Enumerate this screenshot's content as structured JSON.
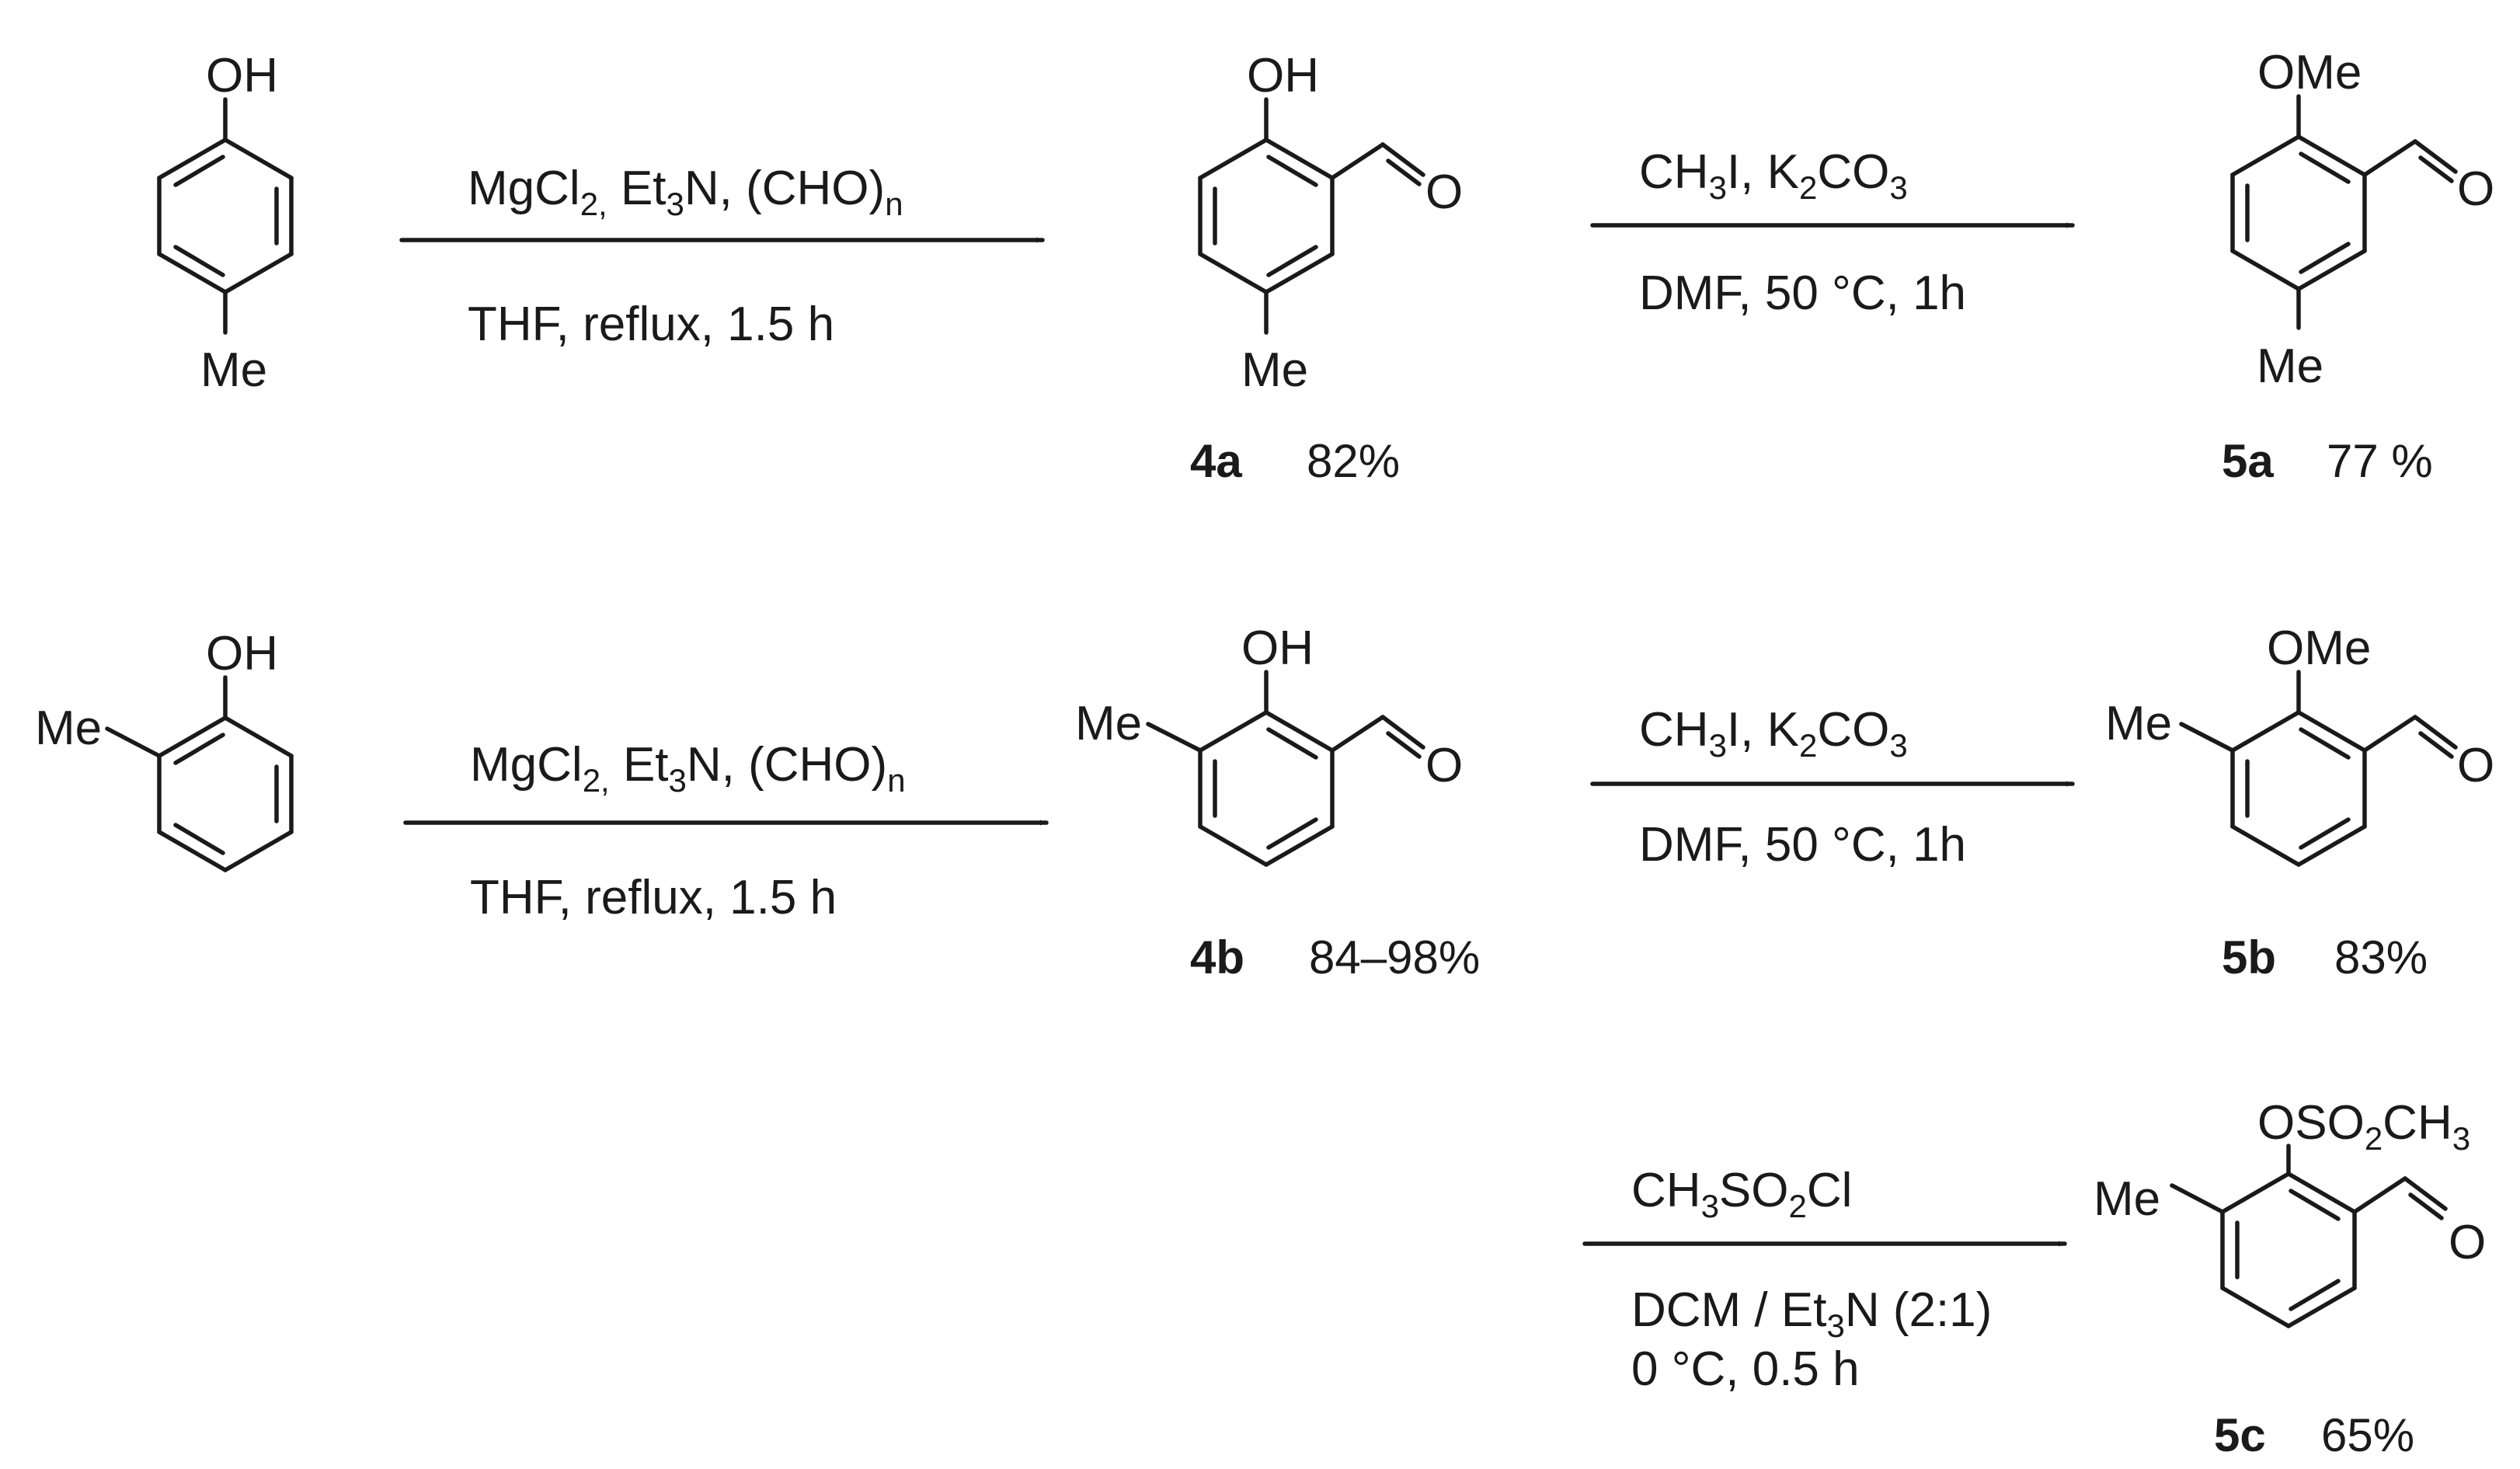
{
  "reactions": [
    {
      "reactant": {
        "substituents": [
          "OH",
          "Me"
        ]
      },
      "step1": {
        "reagents": {
          "main": "MgCl",
          "sub1": "2,",
          "mid1": " Et",
          "sub2": "3",
          "mid2": "N, (CHO)",
          "sub3": "n"
        },
        "conditions": "THF, reflux, 1.5 h"
      },
      "intermediate": {
        "substituents": [
          "OH",
          "Me"
        ],
        "id": "4a",
        "yield": "82%"
      },
      "step2": {
        "reagents": {
          "main": "CH",
          "sub1": "3",
          "mid1": "I, K",
          "sub2": "2",
          "mid2": "CO",
          "sub3": "3"
        },
        "conditions": "DMF, 50 °C, 1h"
      },
      "product": {
        "substituents": [
          "OMe",
          "Me"
        ],
        "id": "5a",
        "yield": "77 %"
      }
    },
    {
      "reactant": {
        "substituents": [
          "OH",
          "Me"
        ]
      },
      "step1": {
        "reagents": {
          "main": "MgCl",
          "sub1": "2,",
          "mid1": " Et",
          "sub2": "3",
          "mid2": "N, (CHO)",
          "sub3": "n"
        },
        "conditions": "THF, reflux, 1.5 h"
      },
      "intermediate": {
        "substituents": [
          "OH",
          "Me"
        ],
        "id": "4b",
        "yield": "84–98%"
      },
      "step2": {
        "reagents": {
          "main": "CH",
          "sub1": "3",
          "mid1": "I, K",
          "sub2": "2",
          "mid2": "CO",
          "sub3": "3"
        },
        "conditions": "DMF, 50 °C, 1h"
      },
      "product": {
        "substituents": [
          "OMe",
          "Me"
        ],
        "id": "5b",
        "yield": "83%"
      }
    },
    {
      "step": {
        "reagents": {
          "main": "CH",
          "sub1": "3",
          "mid1": "SO",
          "sub2": "2",
          "mid2": "Cl"
        },
        "conditions_line1": {
          "main": "DCM / Et",
          "sub1": "3",
          "mid1": "N (2:1)"
        },
        "conditions_line2": "0 °C, 0.5 h"
      },
      "product": {
        "substituent_top": {
          "main": "OSO",
          "sub1": "2",
          "mid1": "CH",
          "sub2": "3"
        },
        "substituent_left": "Me",
        "id": "5c",
        "yield": "65%"
      }
    }
  ],
  "atom_labels": {
    "aldehyde_oxygen": "O"
  }
}
